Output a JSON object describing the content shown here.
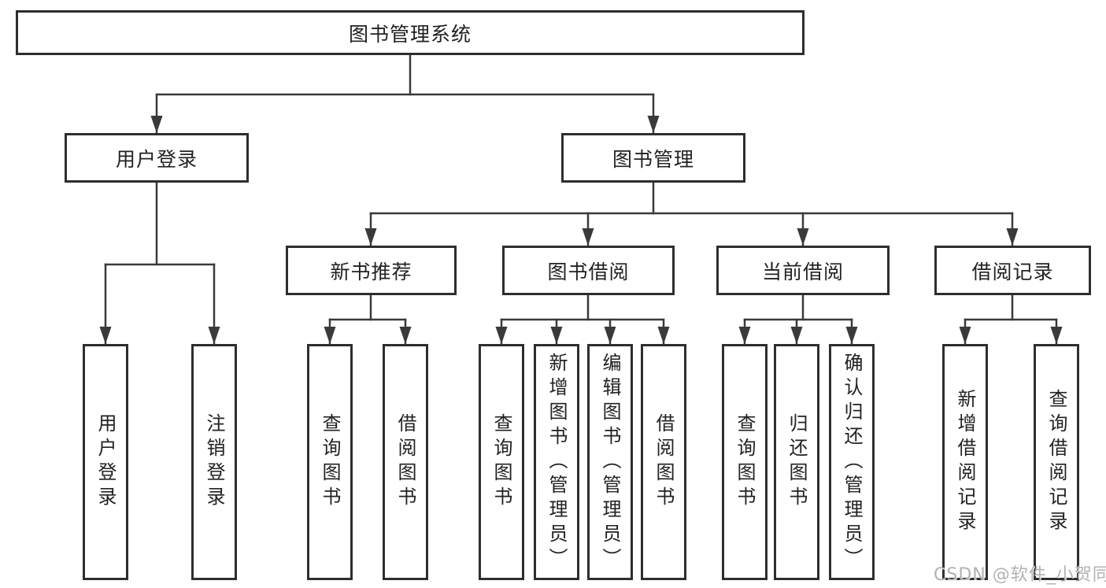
{
  "tree": {
    "root": "图书管理系统",
    "branches": [
      {
        "label": "用户登录",
        "children": [
          "用户登录",
          "注销登录"
        ]
      },
      {
        "label": "图书管理",
        "groups": [
          {
            "label": "新书推荐",
            "children": [
              "查询图书",
              "借阅图书"
            ]
          },
          {
            "label": "图书借阅",
            "children": [
              "查询图书",
              "新增图书（管理员）",
              "编辑图书（管理员）",
              "借阅图书"
            ]
          },
          {
            "label": "当前借阅",
            "children": [
              "查询图书",
              "归还图书",
              "确认归还（管理员）"
            ]
          },
          {
            "label": "借阅记录",
            "children": [
              "新增借阅记录",
              "查询借阅记录"
            ]
          }
        ]
      }
    ]
  },
  "watermark": "CSDN @软件_小贺同学",
  "colors": {
    "line": "#3a3a3a",
    "box_border": "#2e2e2e",
    "box_fill": "#ffffff",
    "text": "#222222",
    "watermark": "#aeaeae"
  }
}
